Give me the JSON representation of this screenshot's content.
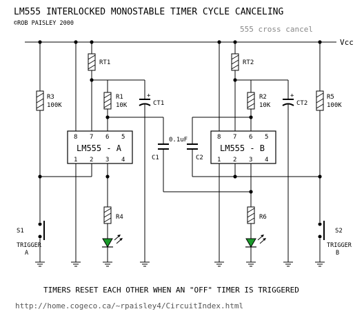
{
  "title": "LM555 INTERLOCKED MONOSTABLE TIMER CYCLE CANCELING",
  "copyright": "©ROB PAISLEY 2000",
  "subtitle": "555 cross cancel",
  "vcc": "Vcc",
  "ic_a": "LM555 - A",
  "ic_b": "LM555 - B",
  "pins": {
    "p8": "8",
    "p7": "7",
    "p6": "6",
    "p5": "5",
    "p1": "1",
    "p2": "2",
    "p3": "3",
    "p4": "4"
  },
  "components": {
    "rt1": "RT1",
    "rt2": "RT2",
    "r1": "R1",
    "r1_val": "10K",
    "r2": "R2",
    "r2_val": "10K",
    "r3": "R3",
    "r3_val": "100K",
    "r5": "R5",
    "r5_val": "100K",
    "r4": "R4",
    "r6": "R6",
    "ct1": "CT1",
    "ct2": "CT2",
    "c1": "C1",
    "c2": "C2",
    "c_val": "0.1uF",
    "s1": "S1",
    "s2": "S2",
    "trig_a_1": "TRIGGER",
    "trig_a_2": "A",
    "trig_b_1": "TRIGGER",
    "trig_b_2": "B",
    "plus": "+"
  },
  "caption": "TIMERS RESET EACH OTHER WHEN AN \"OFF\" TIMER IS TRIGGERED",
  "url": "http://home.cogeco.ca/~rpaisley4/CircuitIndex.html"
}
